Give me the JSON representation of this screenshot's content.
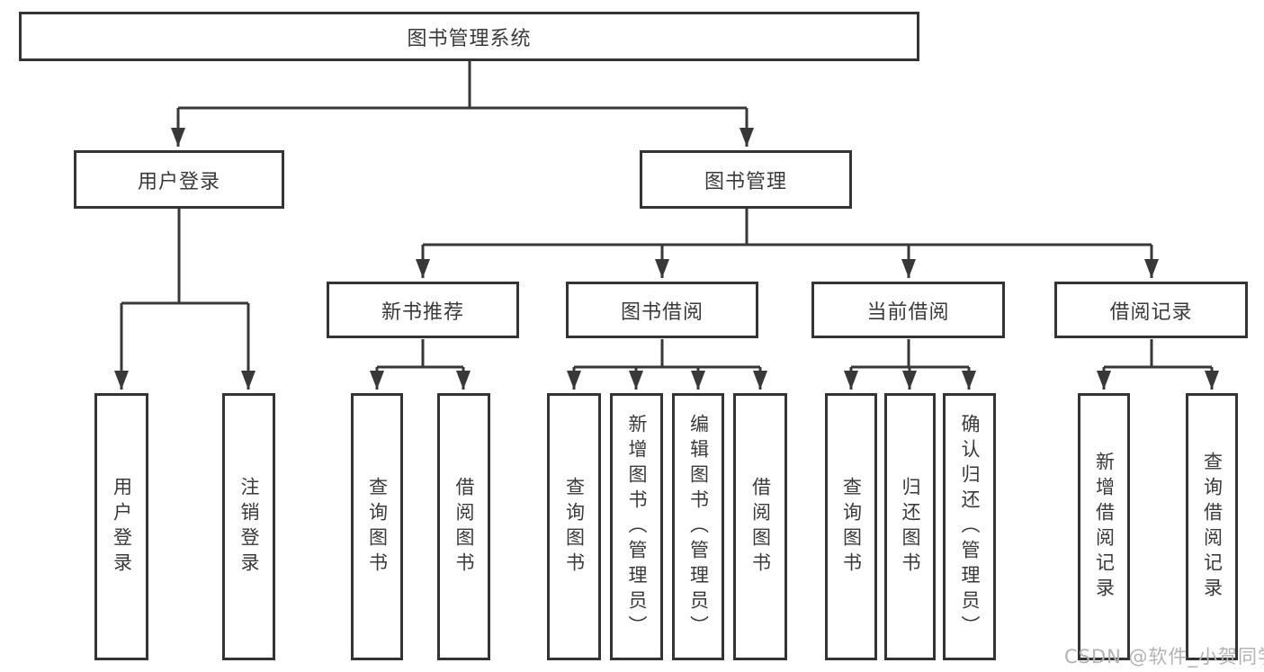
{
  "diagram": {
    "title_note": "functional structure tree of a library management system",
    "colors": {
      "line": "#383838",
      "box_border": "#343434",
      "text": "#3a3a3a",
      "watermark": "#b3b3b3",
      "background": "#ffffff"
    },
    "nodes": {
      "root": "图书管理系统",
      "user_login": "用户登录",
      "book_mgmt": "图书管理",
      "new_book_rec": "新书推荐",
      "book_borrow": "图书借阅",
      "current_borrow": "当前借阅",
      "borrow_records": "借阅记录",
      "leaf_user_login": "用户登录",
      "leaf_logout": "注销登录",
      "rec_query_books": "查询图书",
      "rec_borrow_books": "借阅图书",
      "bor_query_books": "查询图书",
      "bor_add_books": "新增图书（管理员）",
      "bor_edit_books": "编辑图书（管理员）",
      "bor_borrow_books": "借阅图书",
      "cur_query_books": "查询图书",
      "cur_return_books": "归还图书",
      "cur_confirm_return": "确认归还（管理员）",
      "log_add_record": "新增借阅记录",
      "log_query_record": "查询借阅记录"
    },
    "watermark": "CSDN @软件_小贺同学"
  }
}
